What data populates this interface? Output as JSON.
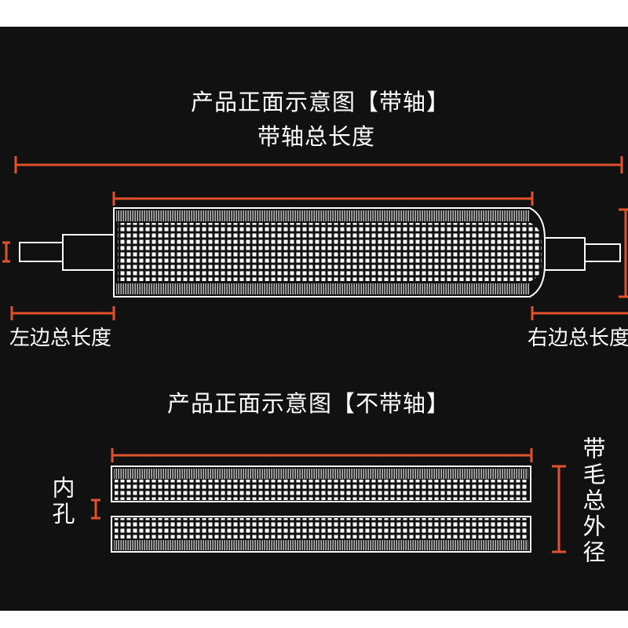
{
  "top_title": "产品正面示意图【带轴】",
  "top_total_length": "带轴总长度",
  "left_length": "左边总长度",
  "right_length": "右边总长度",
  "bottom_title": "产品正面示意图【不带轴】",
  "inner_hole": "内孔",
  "outer_diameter": "带毛总外径",
  "colors": {
    "background": "#111111",
    "dimension_line": "#e0522c",
    "drawing_line": "#ffffff",
    "text": "#ffffff"
  }
}
